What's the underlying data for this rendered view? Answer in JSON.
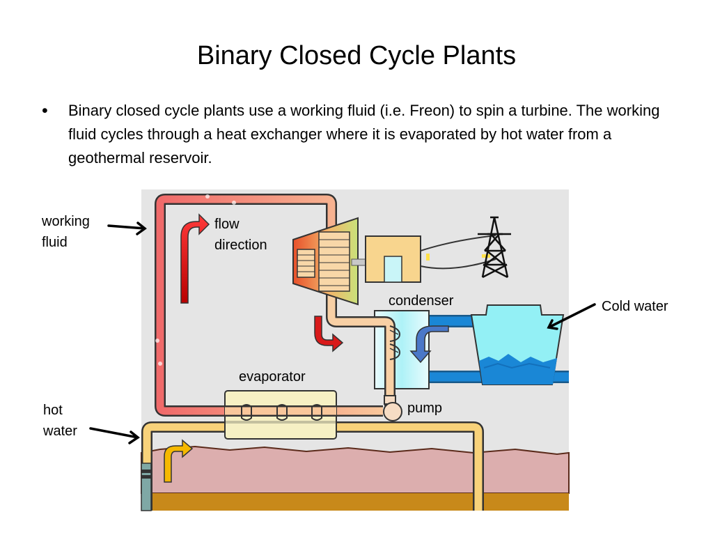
{
  "slide": {
    "title": "Binary Closed Cycle Plants",
    "bullet_symbol": "•",
    "bullet_text": "Binary closed cycle plants use a working fluid (i.e. Freon) to spin a turbine. The working fluid cycles through a heat exchanger where it is evaporated by hot water from a geothermal reservoir."
  },
  "diagram": {
    "labels": {
      "working_fluid": [
        "working",
        "fluid"
      ],
      "hot_water": [
        "hot",
        "water"
      ],
      "cold_water": "Cold water",
      "flow_direction": [
        "flow",
        "direction"
      ],
      "condenser": "condenser",
      "evaporator": "evaporator",
      "pump": "pump"
    },
    "colors": {
      "background": "#e5e5e5",
      "working_fluid_hot": "#f06a6a",
      "working_fluid_warm": "#f8c49a",
      "hot_water": "#f5c760",
      "cold_water": "#1a87d6",
      "rock": "#dcaeae",
      "reservoir": "#c8891a",
      "generator": "#f8d58e",
      "tower_water": "#93f0f5",
      "flow_arrow": "#d91a1a",
      "cold_flow_arrow": "#4a78c8",
      "hot_flow_arrow": "#f5b800"
    }
  }
}
